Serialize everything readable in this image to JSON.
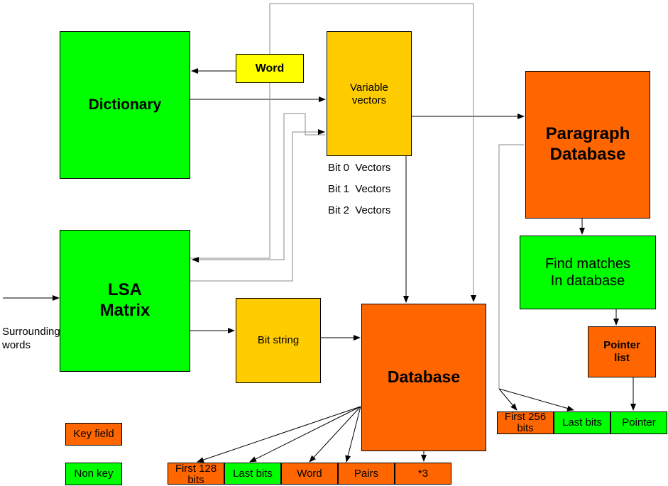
{
  "boxes": {
    "dictionary": "Dictionary",
    "word": "Word",
    "variable_vectors": "Variable\nvectors",
    "paragraph_database": "Paragraph\nDatabase",
    "lsa_matrix": "LSA\nMatrix",
    "bit_string": "Bit string",
    "database": "Database",
    "find_matches": "Find matches\nIn database",
    "pointer_list": "Pointer\nlist"
  },
  "bit_vectors": [
    "Bit 0  Vectors",
    "Bit 1  Vectors",
    "Bit 2  Vectors"
  ],
  "surrounding_words": "Surrounding\nwords",
  "legend": {
    "key": "Key field",
    "nonkey": "Non key"
  },
  "database_fields": [
    "First 128\nbits",
    "Last bits",
    "Word",
    "Pairs",
    "*3"
  ],
  "paragraph_fields": [
    "First 256\nbits",
    "Last bits",
    "Pointer"
  ],
  "colors": {
    "key_field": "#ff6600",
    "non_key": "#00ff00",
    "process": "#ffcc00",
    "input": "#ffff00"
  }
}
